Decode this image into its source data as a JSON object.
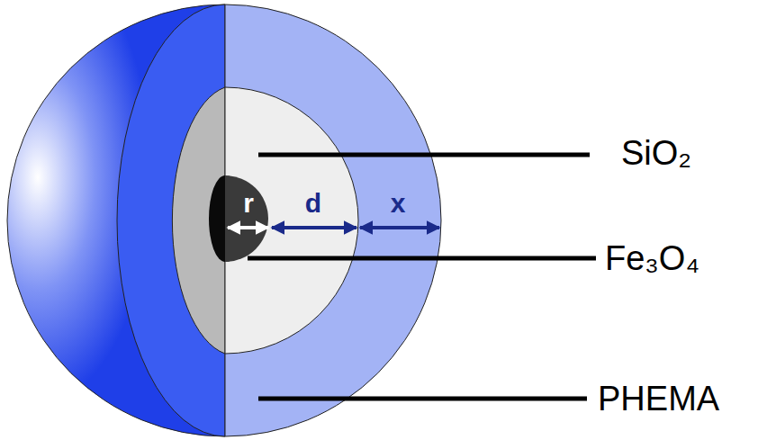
{
  "diagram": {
    "labels": [
      "r",
      "d",
      "x",
      "SiO₂",
      "Fe₃O₄",
      "PHEMA"
    ]
  }
}
